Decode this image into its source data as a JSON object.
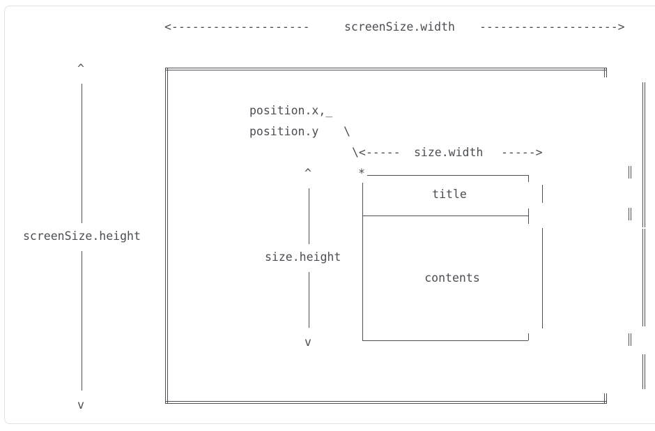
{
  "labels": {
    "screen_width": "screenSize.width",
    "screen_height": "screenSize.height",
    "position_x": "position.x,_",
    "position_y": "position.y",
    "size_width": "size.width",
    "size_height": "size.height",
    "title": "title",
    "contents": "contents"
  },
  "glyphs": {
    "up_arrow": "^",
    "down_arrow": "v",
    "left_arrow": "<",
    "right_arrow": ">",
    "backslash": "\\",
    "origin_marker": "*",
    "width_arrow_left": "<--------------------",
    "width_arrow_right": "-------------------->",
    "size_arrow_left": "\\<-----",
    "size_arrow_right": "----->"
  }
}
